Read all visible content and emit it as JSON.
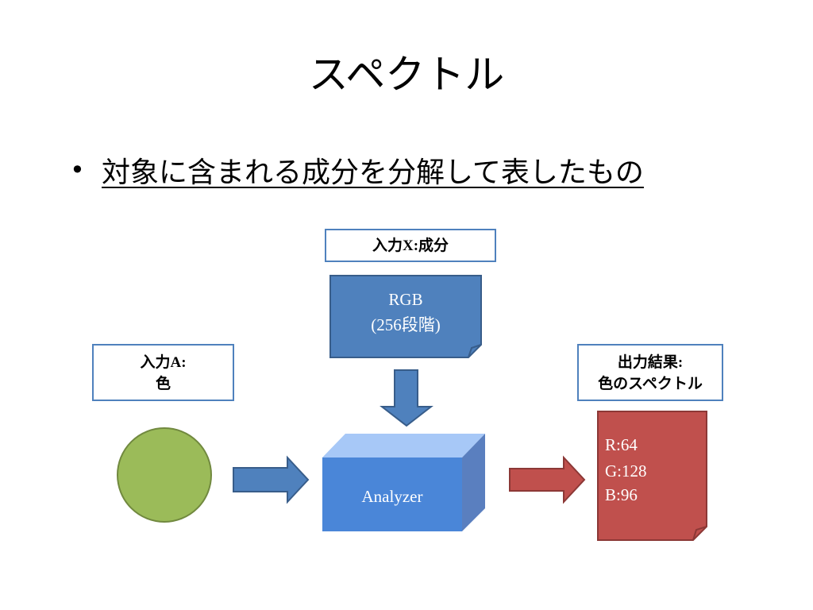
{
  "slide": {
    "title": "スペクトル",
    "bullet_symbol": "•",
    "bullet_text": "対象に含まれる成分を分解して表したもの"
  },
  "input_x": {
    "label_prefix": "入力",
    "label_letter": "X",
    "label_colon": ":",
    "label_suffix": "成分"
  },
  "rgb_box": {
    "line1": "RGB",
    "line2": "(256段階)"
  },
  "input_a": {
    "label_prefix": "入力",
    "label_letter": "A",
    "label_colon": ":",
    "line2": "色"
  },
  "analyzer": {
    "label": "Analyzer"
  },
  "output": {
    "label_line1_main": "出力結果",
    "label_line1_colon": ":",
    "label_line2": "色のスペクトル",
    "values": [
      {
        "channel": "R",
        "sep": ":",
        "value": "64"
      },
      {
        "channel": "G",
        "sep": ":",
        "value": "128"
      },
      {
        "channel": "B",
        "sep": ":",
        "value": "96"
      }
    ]
  },
  "colors": {
    "circle_fill": "#9bbb59",
    "circle_stroke": "#71893f",
    "blue_fill": "#4f81bd",
    "blue_stroke": "#385d8a",
    "red_fill": "#c0504d",
    "red_stroke": "#8c3836",
    "analyzer_front": "#4a86d8",
    "analyzer_top": "#a7c8f7",
    "analyzer_side": "#5a7fbf"
  }
}
